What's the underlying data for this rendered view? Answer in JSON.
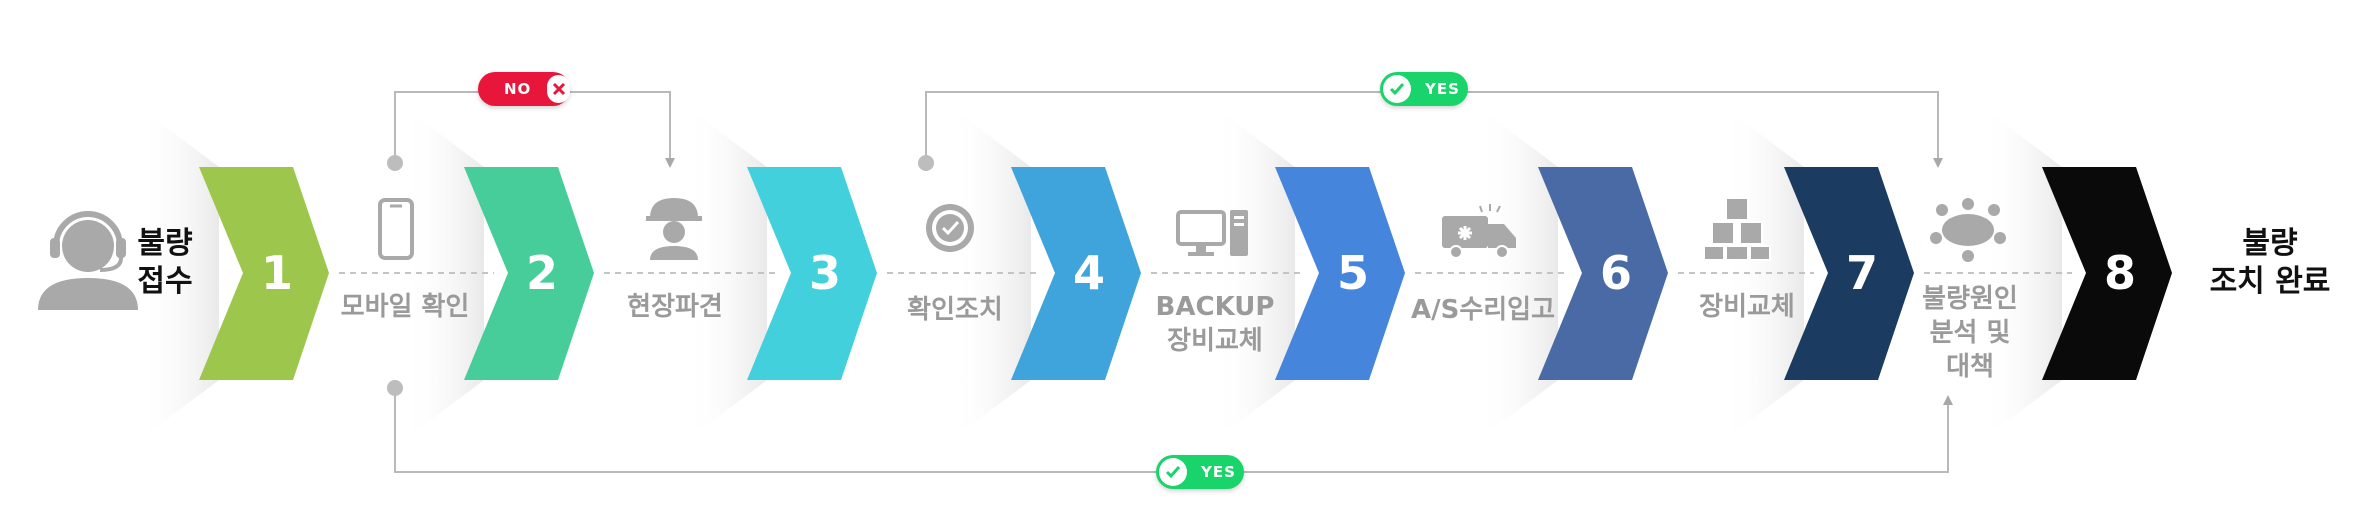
{
  "start": {
    "label": "불량\n접수",
    "icon": "headset-user-icon"
  },
  "end": {
    "label": "불량\n조치 완료"
  },
  "chevrons": [
    {
      "number": "1",
      "color": "#9dc64c"
    },
    {
      "number": "2",
      "color": "#46cd99"
    },
    {
      "number": "3",
      "color": "#43d0dd"
    },
    {
      "number": "4",
      "color": "#3fa4dc"
    },
    {
      "number": "5",
      "color": "#4585dc"
    },
    {
      "number": "6",
      "color": "#4a6aa6"
    },
    {
      "number": "7",
      "color": "#1c3b60"
    },
    {
      "number": "8",
      "color": "#0a0a0a"
    }
  ],
  "steps": [
    {
      "label": "모바일 확인",
      "icon": "mobile-phone-icon"
    },
    {
      "label": "현장파견",
      "icon": "engineer-icon"
    },
    {
      "label": "확인조치",
      "icon": "check-badge-icon"
    },
    {
      "label": "BACKUP\n장비교체",
      "icon": "desktop-computer-icon"
    },
    {
      "label": "A/S수리입고",
      "icon": "service-truck-icon"
    },
    {
      "label": "장비교체",
      "icon": "cubes-icon"
    },
    {
      "label": "불량원인\n분석 및\n대책",
      "icon": "meeting-table-icon"
    }
  ],
  "branches": {
    "no": {
      "label": "NO",
      "color": "#e8163a"
    },
    "yes_top": {
      "label": "YES",
      "color": "#19d46a"
    },
    "yes_bottom": {
      "label": "YES",
      "color": "#19d46a"
    }
  }
}
